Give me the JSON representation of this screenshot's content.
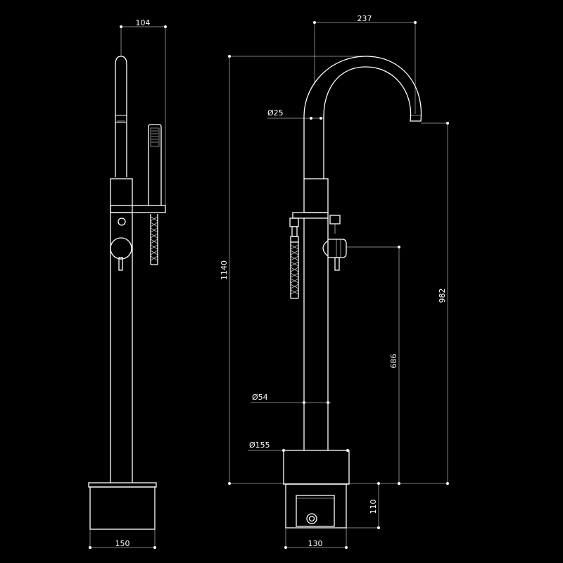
{
  "colors": {
    "background": "#000000",
    "line": "#ffffff"
  },
  "side_view": {
    "dims": {
      "handshower_offset": "104",
      "base_width": "150"
    }
  },
  "front_view": {
    "dims": {
      "spout_reach": "237",
      "spout_diameter": "Ø25",
      "total_height": "1140",
      "spout_height": "982",
      "lever_height": "686",
      "column_diameter": "Ø54",
      "base_plate_diameter": "Ø155",
      "base_box_height": "110",
      "base_box_width": "130"
    }
  }
}
